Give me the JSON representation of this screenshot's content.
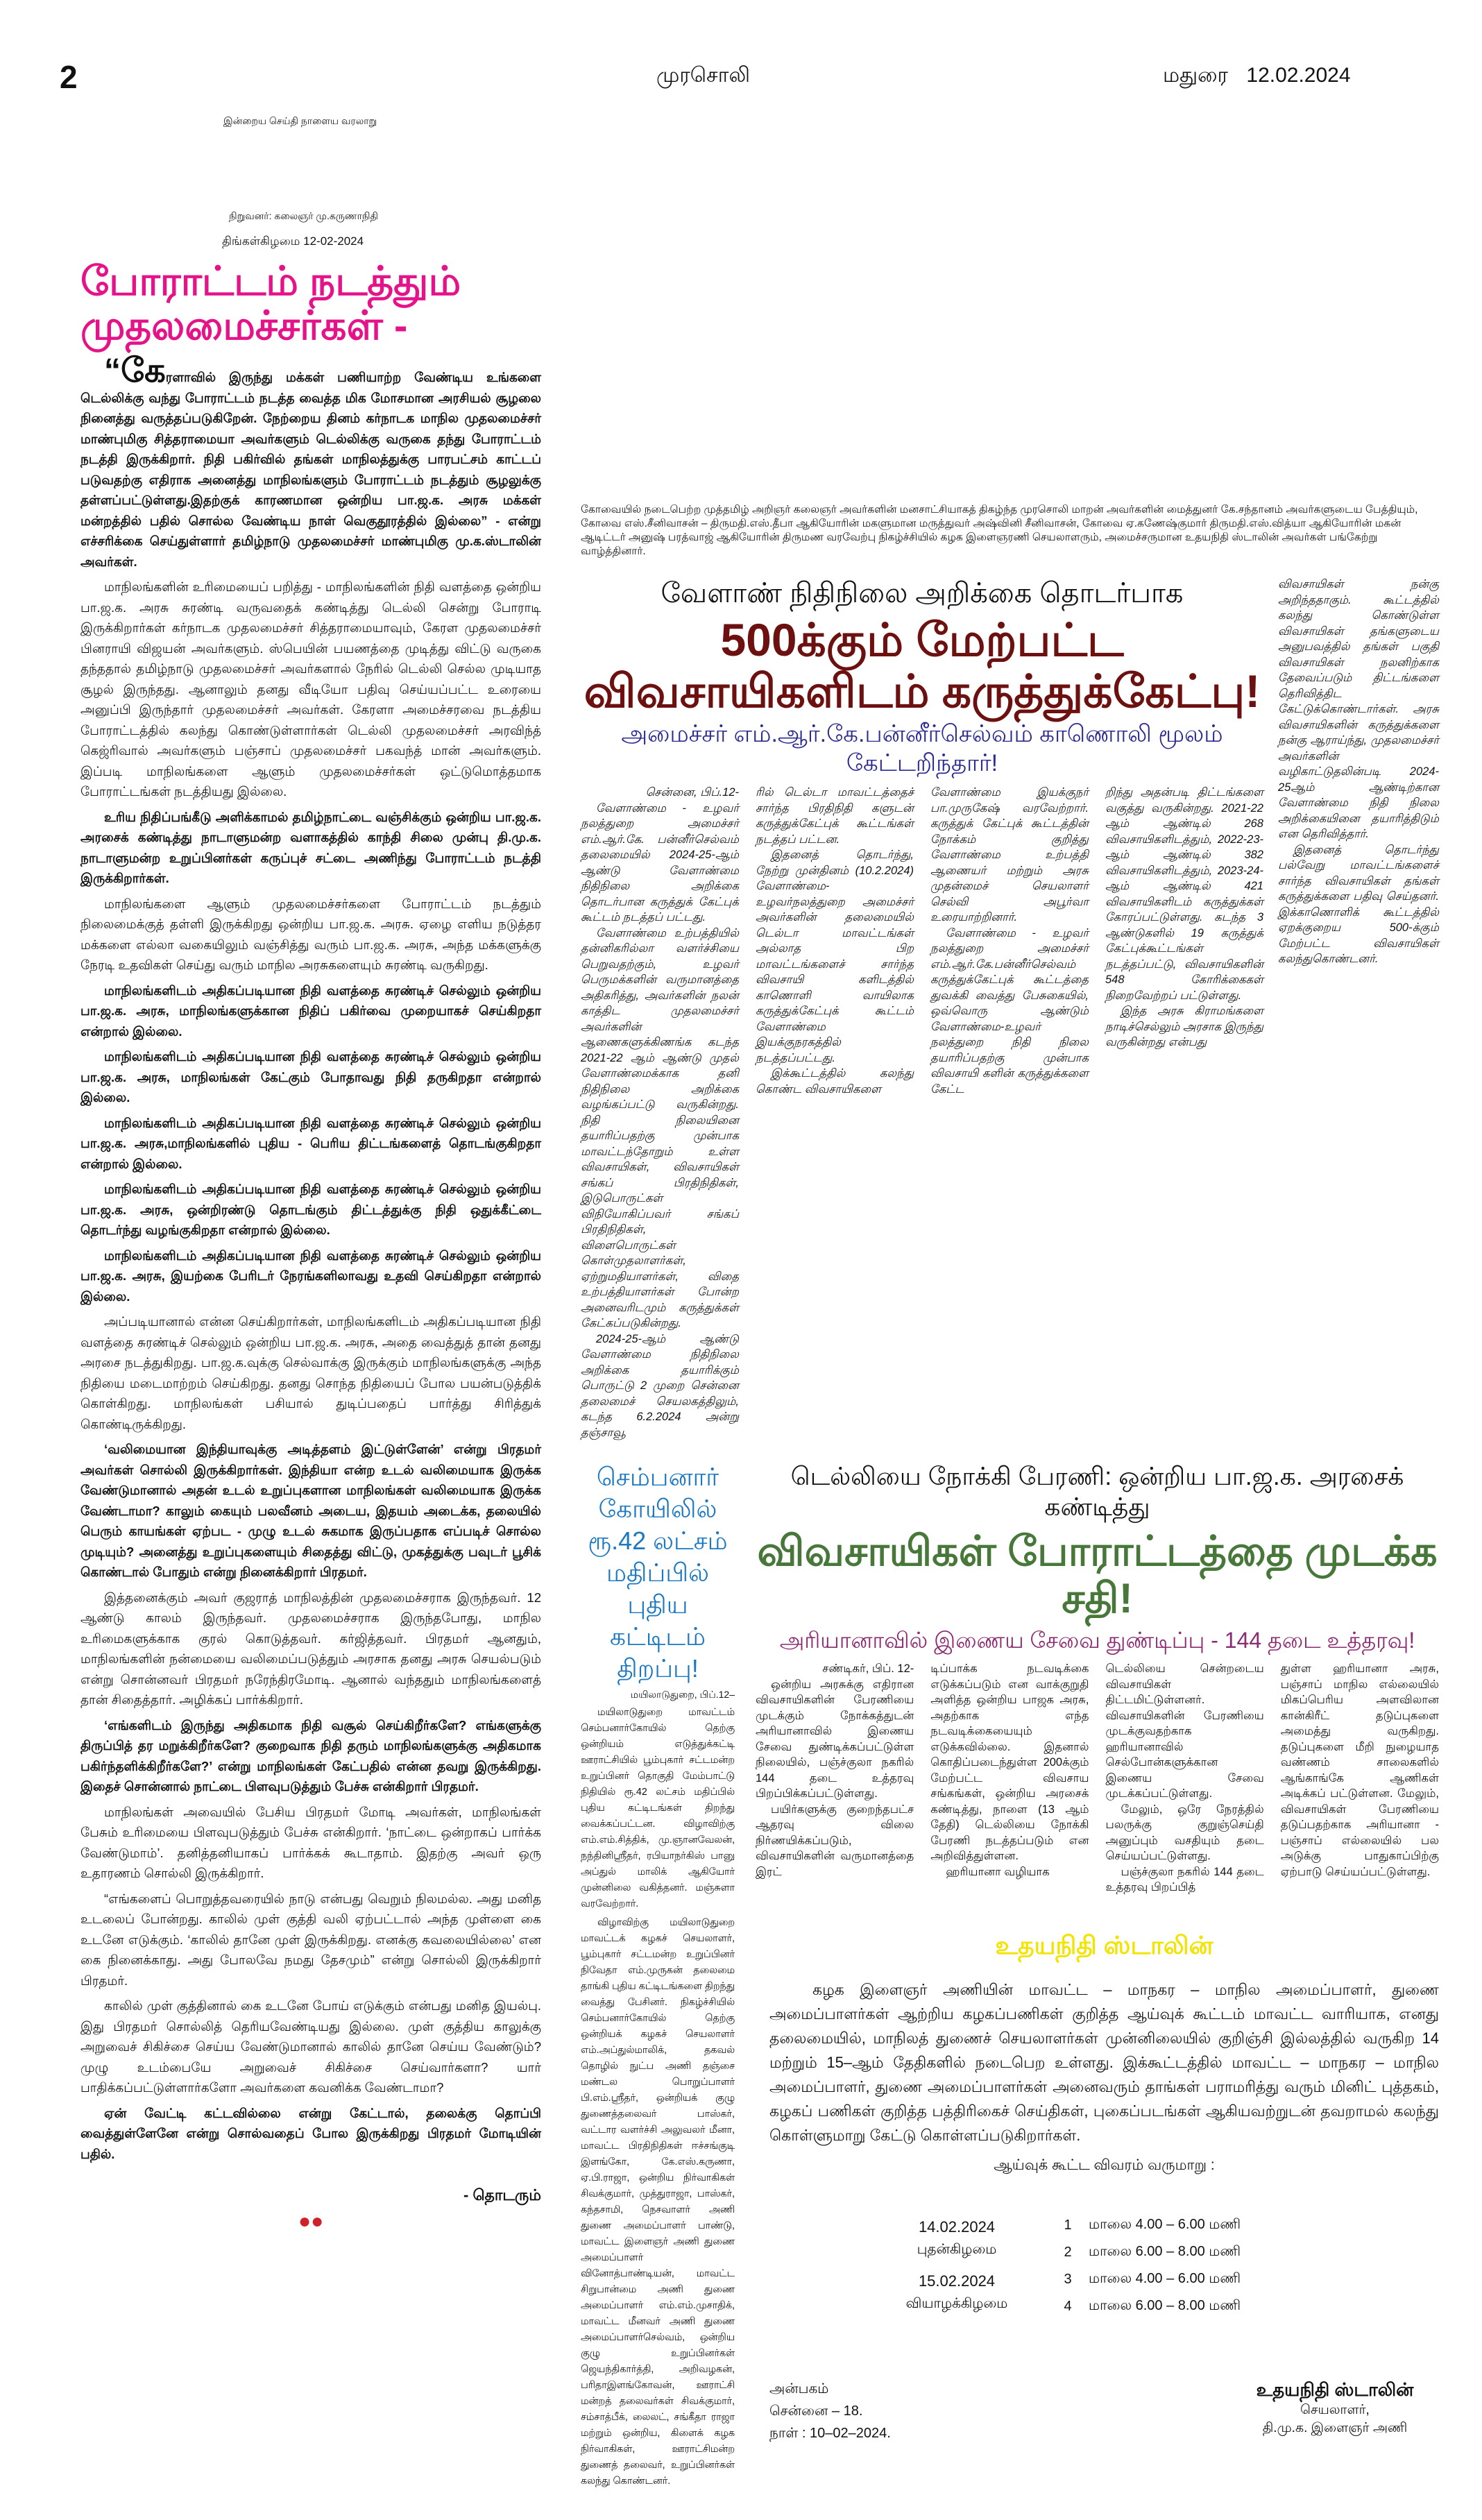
{
  "header": {
    "page_number": "2",
    "masthead": "முரசொலி",
    "city_date": "மதுரை 12.02.2024",
    "tagline": "இன்றைய செய்தி நாளைய வரலாறு",
    "founder": "நிறுவனர்: கலைஞர் மு.கருணாநிதி",
    "issue_date": "திங்கள்கிழமை 12-02-2024"
  },
  "left_article": {
    "headline": "போராட்டம் நடத்தும் முதலமைச்சர்கள் -",
    "dropcap": "“கே",
    "paragraphs": [
      "ரளாவில் இருந்து மக்கள் பணியாற்ற வேண்டிய உங்களை டெல்லிக்கு வந்து போராட்டம் நடத்த வைத்த மிக மோசமான அரசியல் சூழலை நினைத்து வருத்தப்படுகிறேன். நேற்றைய தினம் கர்நாடக மாநில முதலமைச்சர் மாண்புமிகு சித்தராமையா அவர்களும் டெல்லிக்கு வருகை தந்து போராட்டம் நடத்தி இருக்கிறார். நிதி பகிர்வில் தங்கள் மாநிலத்துக்கு பாரபட்சம் காட்டப் படுவதற்கு எதிராக அனைத்து மாநிலங்களும் போராட்டம் நடத்தும் சூழலுக்கு தள்ளப்பட்டுள்ளது.இதற்குக் காரணமான ஒன்றிய பா.ஜ.க. அரசு மக்கள் மன்றத்தில் பதில் சொல்ல வேண்டிய நாள் வெகுதூரத்தில் இல்லை” - என்று எச்சரிக்கை செய்துள்ளார் தமிழ்நாடு முதலமைச்சர் மாண்புமிகு மு.க.ஸ்டாலின் அவர்கள்.",
      "மாநிலங்களின் உரிமையைப் பறித்து - மாநிலங்களின் நிதி வளத்தை ஒன்றிய பா.ஜ.க. அரசு சுரண்டி வருவதைக் கண்டித்து டெல்லி சென்று போராடி இருக்கிறார்கள் கர்நாடக முதலமைச்சர் சித்தராமையாவும், கேரள முதலமைச்சர் பினராயி விஜயன் அவர்களும். ஸ்பெயின் பயணத்தை முடித்து விட்டு வருகை தந்ததால் தமிழ்நாடு முதலமைச்சர் அவர்களால் நேரில் டெல்லி செல்ல முடியாத சூழல் இருந்தது. ஆனாலும் தனது வீடியோ பதிவு செய்யப்பட்ட உரையை அனுப்பி இருந்தார் முதலமைச்சர் அவர்கள். கேரளா அமைச்சரவை நடத்திய போராட்டத்தில் கலந்து கொண்டுள்ளார்கள் டெல்லி முதலமைச்சர் அரவிந்த் கெஜ்ரிவால் அவர்களும் பஞ்சாப் முதலமைச்சர் பகவந்த் மான் அவர்களும். இப்படி மாநிலங்களை ஆளும் முதலமைச்சர்கள் ஒட்டுமொத்தமாக போராட்டங்கள் நடத்தியது இல்லை.",
      "உரிய நிதிப்பங்கீடு அளிக்காமல் தமிழ்நாட்டை வஞ்சிக்கும் ஒன்றிய பா.ஜ.க. அரசைக் கண்டித்து நாடாளுமன்ற வளாகத்தில் காந்தி சிலை முன்பு தி.மு.க. நாடாளுமன்ற உறுப்பினர்கள் கருப்புச் சட்டை அணிந்து போராட்டம் நடத்தி இருக்கிறார்கள்.",
      "மாநிலங்களை ஆளும் முதலமைச்சர்களை போராட்டம் நடத்தும் நிலைமைக்குத் தள்ளி இருக்கிறது ஒன்றிய பா.ஜ.க. அரசு. ஏழை எளிய நடுத்தர மக்களை எல்லா வகையிலும் வஞ்சித்து வரும் பா.ஜ.க. அரசு, அந்த மக்களுக்கு நேரடி உதவிகள் செய்து வரும் மாநில அரசுகளையும் சுரண்டி வருகிறது.",
      "மாநிலங்களிடம் அதிகப்படியான நிதி வளத்தை சுரண்டிச் செல்லும் ஒன்றிய பா.ஜ.க. அரசு, மாநிலங்களுக்கான நிதிப் பகிர்வை முறையாகச் செய்கிறதா என்றால் இல்லை.",
      "மாநிலங்களிடம் அதிகப்படியான நிதி வளத்தை சுரண்டிச் செல்லும் ஒன்றிய பா.ஜ.க. அரசு, மாநிலங்கள் கேட்கும் போதாவது நிதி தருகிறதா என்றால் இல்லை.",
      "மாநிலங்களிடம் அதிகப்படியான நிதி வளத்தை சுரண்டிச் செல்லும் ஒன்றிய பா.ஜ.க. அரசு,மாநிலங்களில் புதிய - பெரிய திட்டங்களைத் தொடங்குகிறதா என்றால் இல்லை.",
      "மாநிலங்களிடம் அதிகப்படியான நிதி வளத்தை சுரண்டிச் செல்லும் ஒன்றிய பா.ஜ.க. அரசு, ஒன்றிரண்டு தொடங்கும் திட்டத்துக்கு நிதி ஒதுக்கீட்டை தொடர்ந்து வழங்குகிறதா என்றால் இல்லை.",
      "மாநிலங்களிடம் அதிகப்படியான நிதி வளத்தை சுரண்டிச் செல்லும் ஒன்றிய பா.ஜ.க. அரசு, இயற்கை பேரிடர் நேரங்களிலாவது உதவி செய்கிறதா என்றால் இல்லை.",
      "அப்படியானால் என்ன செய்கிறார்கள், மாநிலங்களிடம் அதிகப்படியான நிதி வளத்தை சுரண்டிச் செல்லும் ஒன்றிய பா.ஜ.க. அரசு, அதை வைத்துத் தான் தனது அரசை நடத்துகிறது. பா.ஜ.க.வுக்கு செல்வாக்கு இருக்கும் மாநிலங்களுக்கு அந்த நிதியை மடைமாற்றம் செய்கிறது. தனது சொந்த நிதியைப் போல பயன்படுத்திக் கொள்கிறது. மாநிலங்கள் பசியால் துடிப்பதைப் பார்த்து சிரித்துக் கொண்டிருக்கிறது.",
      "‘வலிமையான இந்தியாவுக்கு அடித்தளம் இட்டுள்ளேன்’ என்று பிரதமர் அவர்கள் சொல்லி இருக்கிறார்கள். இந்தியா என்ற உடல் வலிமையாக இருக்க வேண்டுமானால் அதன் உடல் உறுப்புகளான மாநிலங்கள் வலிமையாக இருக்க வேண்டாமா? காலும் கையும் பலவீனம் அடைய, இதயம் அடைக்க, தலையில் பெரும் காயங்கள் ஏற்பட - முழு உடல் சுகமாக இருப்பதாக எப்படிச் சொல்ல முடியும்? அனைத்து உறுப்புகளையும் சிதைத்து விட்டு, முகத்துக்கு பவுடர் பூசிக் கொண்டால் போதும் என்று நினைக்கிறார் பிரதமர்.",
      "இத்தனைக்கும் அவர் குஜராத் மாநிலத்தின் முதலமைச்சராக இருந்தவர். 12 ஆண்டு காலம் இருந்தவர். முதலமைச்சராக இருந்தபோது, மாநில உரிமைகளுக்காக குரல் கொடுத்தவர். கர்ஜித்தவர். பிரதமர் ஆனதும், மாநிலங்களின் நன்மையை வலிமைப்படுத்தும் அரசாக தனது அரசு செயல்படும் என்று சொன்னவர் பிரதமர் நரேந்திரமோடி. ஆனால் வந்ததும் மாநிலங்களைத் தான் சிதைத்தார். அழிக்கப் பார்க்கிறார்.",
      "‘எங்களிடம் இருந்து அதிகமாக நிதி வசூல் செய்கிறீர்களே? எங்களுக்கு திருப்பித் தர மறுக்கிறீர்களே? குறைவாக நிதி தரும் மாநிலங்களுக்கு அதிகமாக பகிர்ந்தளிக்கிறீர்களே?’ என்று மாநிலங்கள் கேட்பதில் என்ன தவறு இருக்கிறது. இதைச் சொன்னால் நாட்டை பிளவுபடுத்தும் பேச்சு என்கிறார் பிரதமர்.",
      "மாநிலங்கள் அவையில் பேசிய பிரதமர் மோடி அவர்கள், மாநிலங்கள் பேசும் உரிமையை பிளவுபடுத்தும் பேச்சு என்கிறார். ‘நாட்டை ஒன்றாகப் பார்க்க வேண்டுமாம்’. தனித்தனியாகப் பார்க்கக் கூடாதாம். இதற்கு அவர் ஒரு உதாரணம் சொல்லி இருக்கிறார்.",
      "“எங்களைப் பொறுத்தவரையில் நாடு என்பது வெறும் நிலமல்ல. அது மனித உடலைப் போன்றது. காலில் முள் குத்தி வலி ஏற்பட்டால் அந்த முள்ளை கை உடனே எடுக்கும். ‘காலில் தானே முள் இருக்கிறது. எனக்கு கவலையில்லை’ என கை நினைக்காது. அது போலவே நமது தேசமும்” என்று சொல்லி இருக்கிறார் பிரதமர்.",
      "காலில் முள் குத்தினால் கை உடனே போய் எடுக்கும் என்பது மனித இயல்பு. இது பிரதமர் சொல்லித் தெரியவேண்டியது இல்லை. முள் குத்திய காலுக்கு அறுவைச் சிகிச்சை செய்ய வேண்டுமானால் காலில் தானே செய்ய வேண்டும்? முழு உடம்பையே அறுவைச் சிகிச்சை செய்வார்களா? யார் பாதிக்கப்பட்டுள்ளார்களோ அவர்களை கவனிக்க வேண்டாமா?",
      "ஏன் வேட்டி கட்டவில்லை என்று கேட்டால், தலைக்கு தொப்பி வைத்துள்ளேனே என்று சொல்வதைப் போல இருக்கிறது பிரதமர் மோடியின் பதில்."
    ],
    "continued": "- தொடரும்"
  },
  "photo_caption": "கோவையில் நடைபெற்ற முத்தமிழ் அறிஞர் கலைஞர் அவர்களின் மனசாட்சியாகத் திகழ்ந்த முரசொலி மாறன் அவர்களின் மைத்துனர் கே.சந்தானம் அவர்களுடைய பேத்தியும், கோவை எஸ்.சீனிவாசன் – திருமதி.எஸ்.தீபா ஆகியோரின் மகளுமான மருத்துவர் அஷ்வினி சீனிவாசன், கோவை ஏ.கணேஷ்குமார் திருமதி.எஸ்.வித்யா ஆகியோரின் மகன் ஆடிட்டர் அனுஷ் பரத்வாஜ் ஆகியோரின் திருமண வரவேற்பு நிகழ்ச்சியில் கழக இளைஞரணி செயலாளரும், அமைச்சருமான உதயநிதி ஸ்டாலின் அவர்கள் பங்கேற்று வாழ்த்தினார்.",
  "agri_article": {
    "kicker": "வேளாண் நிதிநிலை அறிக்கை தொடர்பாக",
    "headline": "500க்கும் மேற்பட்ட விவசாயிகளிடம் கருத்துக்கேட்பு!",
    "subhead": "அமைச்சர் எம்.ஆர்.கே.பன்னீர்செல்வம் காணொலி மூலம் கேட்டறிந்தார்!",
    "dateline": "சென்னை, பிப்.12-",
    "col1": [
      "வேளாண்மை - உழவர் நலத்துறை அமைச்சர் எம்.ஆர்.கே. பன்னீர்செல்வம் தலைமையில் 2024-25-ஆம் ஆண்டு வேளாண்மை நிதிநிலை அறிக்கை தொடர்பான கருத்துக் கேட்புக் கூட்டம் நடத்தப் பட்டது.",
      "வேளாண்மை உற்பத்தியில் தன்னிகரில்லா வளர்ச்சியை பெறுவதற்கும், உழவர் பெருமக்களின் வருமானத்தை அதிகரித்து, அவர்களின் நலன் காத்திட முதலமைச்சர் அவர்களின் ஆணைகளுக்கிணங்க கடந்த 2021-22 ஆம் ஆண்டு முதல் வேளாண்மைக்காக தனி நிதிநிலை அறிக்கை வழங்கப்பட்டு வருகின்றது. நிதி நிலையினை தயாரிப்பதற்கு முன்பாக மாவட்டந்தோறும் உள்ள விவசாயிகள், விவசாயிகள் சங்கப் பிரதிநிதிகள், இடுபொருட்கள் விநியோகிப்பவர் சங்கப் பிரதிநிதிகள், விளைபொருட்கள் கொள்முதலாளர்கள், ஏற்றுமதியாளர்கள், விதை உற்பத்தியாளர்கள் போன்ற அனைவரிடமும் கருத்துக்கள் கேட்கப்படுகின்றது.",
      "2024-25-ஆம் ஆண்டு வேளாண்மை நிதிநிலை அறிக்கை தயாரிக்கும் பொருட்டு 2 முறை சென்னை தலைமைச் செயலகத்திலும், கடந்த 6.2.2024 அன்று தஞ்சாவூ"
    ],
    "col2": [
      "ரில் டெல்டா மாவட்டத்தைச் சார்ந்த பிரதிநிதி களுடன் கருத்துக்கேட்புக் கூட்டங்கள் நடத்தப் பட்டன.",
      "இதனைத் தொடர்ந்து, நேற்று முன்தினம் (10.2.2024) வேளாண்மை-உழவர்நலத்துறை அமைச்சர் அவர்களின் தலைமையில் டெல்டா மாவட்டங்கள் அல்லாத பிற மாவட்டங்களைச் சார்ந்த விவசாயி களிடத்தில் காணொளி வாயிலாக கருத்துக்கேட்புக் கூட்டம் வேளாண்மை இயக்குநரகத்தில் நடத்தப்பட்டது.",
      "இக்கூட்டத்தில் கலந்து கொண்ட விவசாயிகளை"
    ],
    "col3": [
      "வேளாண்மை இயக்குநர் பா.முருகேஷ் வரவேற்றார். கருத்துக் கேட்புக் கூட்டத்தின் நோக்கம் குறித்து வேளாண்மை உற்பத்தி ஆணையர் மற்றும் அரசு முதன்மைச் செயலாளர் செல்வி அபூர்வா உரையாற்றினார்.",
      "வேளாண்மை - உழவர் நலத்துறை அமைச்சர் எம்.ஆர்.கே.பன்னீர்செல்வம் கருத்துக்கேட்புக் கூட்டத்தை துவக்கி வைத்து பேசுகையில், ஒவ்வொரு ஆண்டும் வேளாண்மை-உழவர் நலத்துறை நிதி நிலை தயாரிப்பதற்கு முன்பாக விவசாயி களின் கருத்துக்களை கேட்ட"
    ],
    "col4": [
      "றிந்து அதன்படி திட்டங்களை வகுத்து வருகின்றது. 2021-22 ஆம் ஆண்டில் 268 விவசாயிகளிடத்தும், 2022-23-ஆம் ஆண்டில் 382 விவசாயிகளிடத்தும், 2023-24-ஆம் ஆண்டில் 421 விவசாயிகளிடம் கருத்துக்கள் கோரப்பட்டுள்ளது. கடந்த 3 ஆண்டுகளில் 19 கருத்துக் கேட்புக்கூட்டங்கள் நடத்தப்பட்டு, விவசாயிகளின் 548 கோரிக்கைகள் நிறைவேற்றப் பட்டுள்ளது.",
      "இந்த அரசு கிராமங்களை நாடிச்செல்லும் அரசாக இருந்து வருகின்றது என்பது"
    ],
    "col5": [
      "விவசாயிகள் நன்கு அறிந்ததாகும். கூட்டத்தில் கலந்து கொண்டுள்ள விவசாயிகள் தங்களுடைய அனுபவத்தில் தங்கள் பகுதி விவசாயிகள் நலனிற்காக தேவைப்படும் திட்டங்களை தெரிவித்திட கேட்டுக்கொண்டார்கள். அரசு விவசாயிகளின் கருத்துக்களை நன்கு ஆராய்ந்து, முதலமைச்சர் அவர்களின் வழிகாட்டுதலின்படி 2024-25ஆம் ஆண்டிற்கான வேளாண்மை நிதி நிலை அறிக்கையினை தயாரித்திடும் என தெரிவித்தார்.",
      "இதனைத் தொடர்ந்து பல்வேறு மாவட்டங்களைச் சார்ந்த விவசாயிகள் தங்கள் கருத்துக்களை பதிவு செய்தனர். இக்காணொளிக் கூட்டத்தில் ஏறக்குறைய 500-க்கும் மேற்பட்ட விவசாயிகள் கலந்துகொண்டனர்."
    ]
  },
  "delhi_article": {
    "kicker": "டெல்லியை நோக்கி பேரணி: ஒன்றிய பா.ஜ.க. அரசைக் கண்டித்து",
    "headline": "விவசாயிகள் போராட்டத்தை முடக்க சதி!",
    "subhead": "அரியானாவில் இணைய சேவை துண்டிப்பு - 144 தடை உத்தரவு!",
    "dateline": "சண்டிகர், பிப். 12-",
    "col1": [
      "ஒன்றிய அரசுக்கு எதிரான விவசாயிகளின் பேரணியை முடக்கும் நோக்கத்துடன் அரியானாவில் இணைய சேவை துண்டிக்கப்பட்டுள்ள நிலையில், பஞ்ச்குலா நகரில் 144 தடை உத்தரவு பிறப்பிக்கப்பட்டுள்ளது.",
      "பயிர்களுக்கு குறைந்தபட்ச ஆதரவு விலை நிர்ணயிக்கப்படும், விவசாயிகளின் வருமானத்தை இரட்"
    ],
    "col2": [
      "டிப்பாக்க நடவடிக்கை எடுக்கப்படும் என வாக்குறுதி அளித்த ஒன்றிய பாஜக அரசு, அதற்காக எந்த நடவடிக்கையையும் எடுக்கவில்லை. இதனால் கொதிப்படைந்துள்ள 200க்கும் மேற்பட்ட விவசாய சங்கங்கள், ஒன்றிய அரசைக் கண்டித்து, நாளை (13 ஆம் தேதி) டெல்லியை நோக்கி பேரணி நடத்தப்படும் என அறிவித்துள்ளன.",
      "ஹரியானா வழியாக"
    ],
    "col3": [
      "டெல்லியை சென்றடைய விவசாயிகள் திட்டமிட்டுள்ளனர். விவசாயிகளின் பேரணியை முடக்குவதற்காக ஹரியானாவில் செல்போன்களுக்கான இணைய சேவை முடக்கப்பட்டுள்ளது.",
      "மேலும், ஒரே நேரத்தில் பலருக்கு குறுஞ்செய்தி அனுப்பும் வசதியும் தடை செய்யப்பட்டுள்ளது.",
      "பஞ்ச்குலா நகரில் 144 தடை உத்தரவு பிறப்பித்"
    ],
    "col4": [
      "துள்ள ஹரியானா அரசு, பஞ்சாப் மாநில எல்லையில் மிகப்பெரிய அளவிலான கான்கிரீட் தடுப்புகளை அமைத்து வருகிறது. தடுப்புகளை மீறி நுழையாத வண்ணம் சாலைகளில் ஆங்காங்கே ஆணிகள் அடிக்கப் பட்டுள்ளன. மேலும், விவசாயிகள் பேரணியை தடுப்பதற்காக அரியானா - பஞ்சாப் எல்லையில் பல அடுக்கு பாதுகாப்பிற்கு ஏற்பாடு செய்யப்பட்டுள்ளது."
    ]
  },
  "sembanar_article": {
    "headline_lines": [
      "செம்பனார்கோயிலில்",
      "ரூ.42 லட்சம் மதிப்பில்",
      "புதிய கட்டிடம் திறப்பு!"
    ],
    "dateline": "மயிலாடுதுறை, பிப்.12–",
    "paragraphs": [
      "மயிலாடுதுறை மாவட்டம் செம்பனார்கோயில் தெற்கு ஒன்றியம் எடுத்துக்கட்டி ஊராட்சியில் பூம்புகார் சட்டமன்ற உறுப்பினர் தொகுதி மேம்பாட்டு நிதியில் ரூ.42 லட்சம் மதிப்பில் புதிய கட்டிடங்கள் திறந்து வைக்கப்பட்டன. விழாவிற்கு எம்.எம்.சித்திக், மு.ஞானவேலன், நந்தினிஸ்ரீதர், ரபியாநர்கிஸ் பானு அப்துல் மாலிக் ஆகியோர் முன்னிலை வகித்தனர். மஞ்சுளா வரவேற்றார்.",
      "விழாவிற்கு மயிலாடுதுறை மாவட்டக் கழகச் செயலாளர், பூம்புகார் சட்டமன்ற உறுப்பினர் நிவேதா எம்.முருகன் தலைமை தாங்கி புதிய கட்டிடங்களை திறந்து வைத்து பேசினர். நிகழ்ச்சியில் செம்பனார்கோயில் தெற்கு ஒன்றியக் கழகச் செயலாளர் எம்.அப்துல்மாலிக், தகவல் தொழில் நுட்ப அணி தஞ்சை மண்டல பொறுப்பாளர் பி.எம்.ஸ்ரீதர், ஒன்றியக் குழு துணைத்தலைவர் பாஸ்கர், வட்டார வளர்ச்சி அலுவலர் மீனா, மாவட்ட பிரதிநிதிகள் ஈச்சங்குடி இளங்கோ, கே.எஸ்.கருணா, ஏ.பி.ராஜா, ஒன்றிய நிர்வாகிகள் சிவக்குமார், முத்துராஜா, பாஸ்கர், கந்தசாமி, நெசவாளர் அணி துணை அமைப்பாளர் பாண்டு, மாவட்ட இளைஞர் அணி துணை அமைப்பாளர் வினோத்பாண்டியன், மாவட்ட சிறுபான்மை அணி துணை அமைப்பாளர் எம்.எம்.முசாதிக், மாவட்ட மீனவர் அணி துணை அமைப்பாளர்செல்வம், ஒன்றிய குழு உறுப்பினர்கள் ஜெயந்திகார்த்தி, அறிவழகன், பரிதாஇளங்கோவன், ஊராட்சி மன்றத் தலைவர்கள் சிவக்குமார், சம்சாத்பீக், லைலட், சங்கீதா ராஜா மற்றும் ஒன்றிய, கிளைக் கழக நிர்வாகிகள், ஊராட்சிமன்ற துணைத் தலைவர், உறுப்பினர்கள் கலந்து கொண்டனர்."
    ]
  },
  "notice": {
    "title": "உதயநிதி ஸ்டாலின்",
    "body": "கழக இளைஞர் அணியின் மாவட்ட – மாநகர – மாநில அமைப்பாளர், துணை அமைப்பாளர்கள் ஆற்றிய கழகப்பணிகள் குறித்த ஆய்வுக் கூட்டம் மாவட்ட வாரியாக, எனது தலைமையில், மாநிலத் துணைச் செயலாளர்கள் முன்னிலையில் குறிஞ்சி இல்லத்தில் வருகிற 14 மற்றும் 15–ஆம் தேதிகளில் நடைபெற உள்ளது. இக்கூட்டத்தில் மாவட்ட – மாநகர – மாநில அமைப்பாளர், துணை அமைப்பாளர்கள் அனைவரும் தாங்கள் பராமரித்து வரும் மினிட் புத்தகம், கழகப் பணிகள் குறித்த பத்திரிகைச் செய்திகள், புகைப்படங்கள் ஆகியவற்றுடன் தவறாமல் கலந்து கொள்ளுமாறு கேட்டு கொள்ளப்படுகிறார்கள்.",
    "schedule_heading": "ஆய்வுக் கூட்ட விவரம் வருமாறு :",
    "schedule": [
      {
        "date": "14.02.2024",
        "day": "புதன்கிழமை",
        "slots": [
          {
            "no": "1",
            "time": "மாலை 4.00 – 6.00 மணி"
          },
          {
            "no": "2",
            "time": "மாலை 6.00 – 8.00 மணி"
          }
        ]
      },
      {
        "date": "15.02.2024",
        "day": "வியாழக்கிழமை",
        "slots": [
          {
            "no": "3",
            "time": "மாலை 4.00 – 6.00 மணி"
          },
          {
            "no": "4",
            "time": "மாலை 6.00 – 8.00 மணி"
          }
        ]
      }
    ],
    "place": "அன்பகம்",
    "city": "சென்னை – 18.",
    "date": "நாள் : 10–02–2024.",
    "signatory": "உதயநிதி ஸ்டாலின்",
    "role": "செயலாளர்,",
    "org": "தி.மு.க. இளைஞர் அணி"
  },
  "colors": {
    "pink": "#e5128a",
    "dark_red": "#6d1010",
    "navy": "#2c2b93",
    "green": "#47783a",
    "purple": "#8c2a72",
    "blue": "#1b78c2",
    "yellow": "#f2e400",
    "red": "#d0202a"
  }
}
